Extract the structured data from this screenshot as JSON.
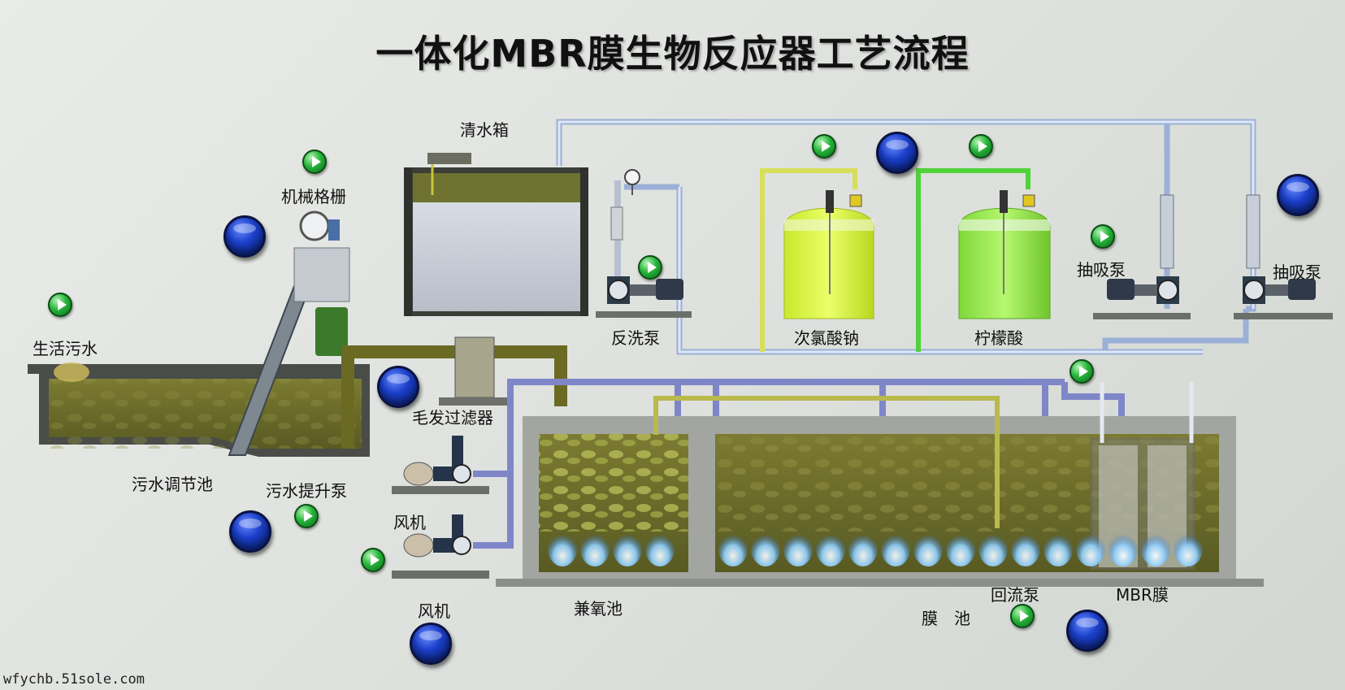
{
  "title": "一体化MBR膜生物反应器工艺流程",
  "labels": {
    "domestic_sewage": "生活污水",
    "mechanical_screen": "机械格栅",
    "clear_water_tank": "清水箱",
    "backwash_pump": "反洗泵",
    "sodium_hypochlorite": "次氯酸钠",
    "citric_acid": "柠檬酸",
    "suction_pump_1": "抽吸泵",
    "suction_pump_2": "抽吸泵",
    "hair_filter": "毛发过滤器",
    "equalization_tank": "污水调节池",
    "lift_pump": "污水提升泵",
    "blower_1": "风机",
    "blower_2": "风机",
    "anoxic_tank": "兼氧池",
    "membrane_tank": "膜　池",
    "return_pump": "回流泵",
    "mbr_membrane": "MBR膜"
  },
  "watermark": "wfychb.51sole.com",
  "colors": {
    "sewage": "#6f6f2c",
    "air_pipe": "#7f86c8",
    "clean_pipe": "#d6dbe7",
    "green_pipe": "#55d23c",
    "yellow_pipe": "#d8e06a",
    "tank_wall": "#4a4c47",
    "tank_concrete": "#a3a6a0",
    "control_play": "#27b53a",
    "control_knob": "#1b3fc9"
  }
}
